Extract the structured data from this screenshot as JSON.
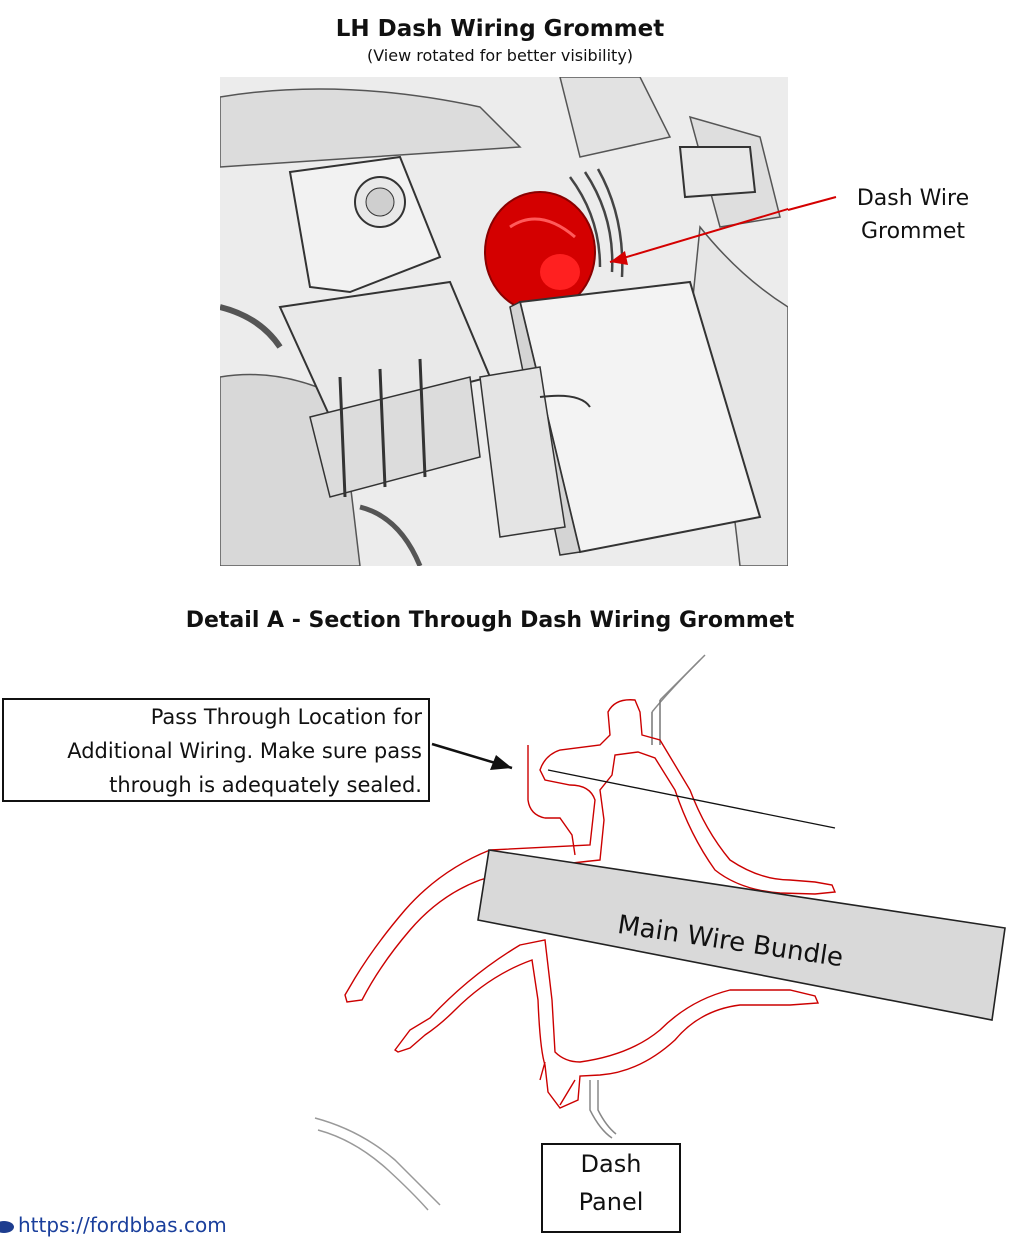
{
  "header": {
    "title": "LH Dash Wiring Grommet",
    "subtitle": "(View rotated for better visibility)"
  },
  "photo": {
    "callout": {
      "line1": "Dash Wire",
      "line2": "Grommet"
    },
    "highlight_color": "#e00000"
  },
  "detail": {
    "title": "Detail A - Section Through Dash Wiring Grommet",
    "pass_through_note": {
      "line1": "Pass Through Location for",
      "line2": "Additional Wiring.  Make sure pass",
      "line3": "through is adequately sealed."
    },
    "bundle_label": "Main Wire Bundle",
    "dash_panel": {
      "line1": "Dash",
      "line2": "Panel"
    },
    "grommet_outline_color": "#cc0000",
    "bundle_fill_color": "#d9d9d9"
  },
  "footer": {
    "link_text": "https://fordbbas.com",
    "logo_icon": "ford-oval-icon"
  }
}
